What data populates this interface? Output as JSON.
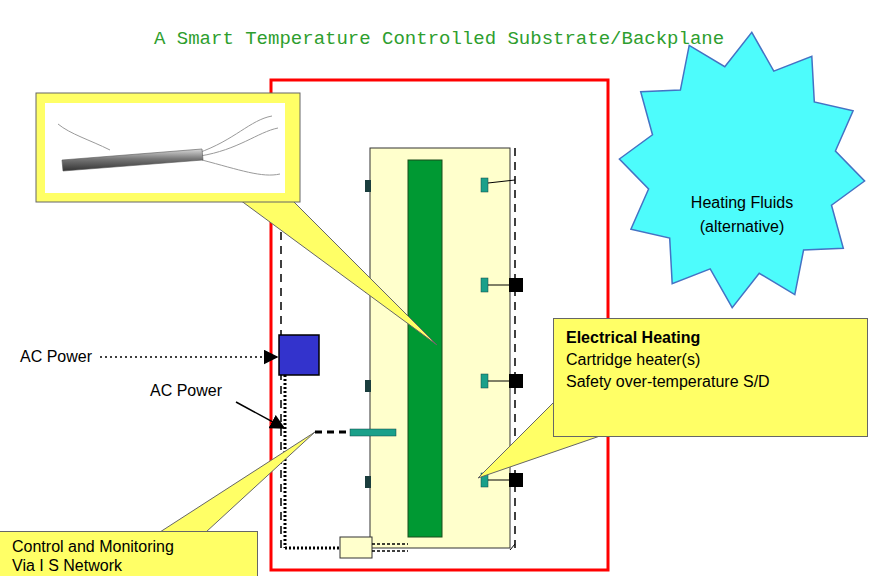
{
  "diagram": {
    "title": "A Smart Temperature Controlled Substrate/Backplane",
    "nodes": [
      {
        "text": [
          "Heating Fluids (alternative)"
        ]
      },
      {
        "text": [
          "Electrical Heating",
          "Cartridge heater(s)",
          "Safety over-temperature S/D"
        ]
      },
      {
        "text": [
          "Control and Monitoring",
          "Via I S Network"
        ]
      }
    ],
    "labels": [
      "AC Power",
      "AC Power"
    ]
  }
}
